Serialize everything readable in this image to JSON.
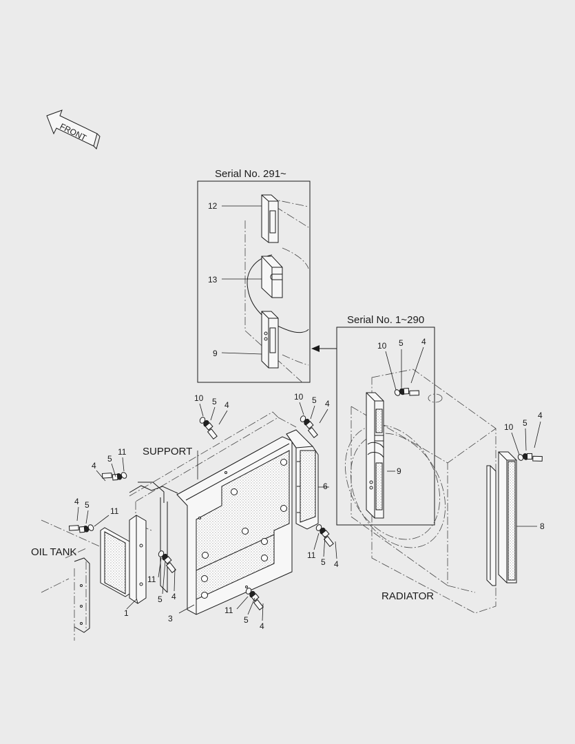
{
  "front_arrow": {
    "text": "FRONT"
  },
  "labels": {
    "serial_new": "Serial No. 291~",
    "serial_old": "Serial No. 1~290",
    "support": "SUPPORT",
    "oil_tank": "OIL TANK",
    "radiator": "RADIATOR"
  },
  "callouts": {
    "c12": "12",
    "c13": "13",
    "c9a": "9",
    "c10a": "10",
    "c5a": "5",
    "c4a": "4",
    "c9b": "9",
    "c10b": "10",
    "c5b": "5",
    "c4b": "4",
    "c8": "8",
    "c10c": "10",
    "c5c": "5",
    "c4c": "4",
    "c10d": "10",
    "c5d": "5",
    "c4d": "4",
    "c6": "6",
    "c4e": "4",
    "c5e": "5",
    "c11e": "11",
    "c4f": "4",
    "c5f": "5",
    "c11f": "11",
    "c11g": "11",
    "c5g": "5",
    "c4g": "4",
    "c11h": "11",
    "c5h": "5",
    "c4h": "4",
    "c11i": "11",
    "c5i": "5",
    "c4i": "4",
    "c1": "1",
    "c3": "3"
  }
}
